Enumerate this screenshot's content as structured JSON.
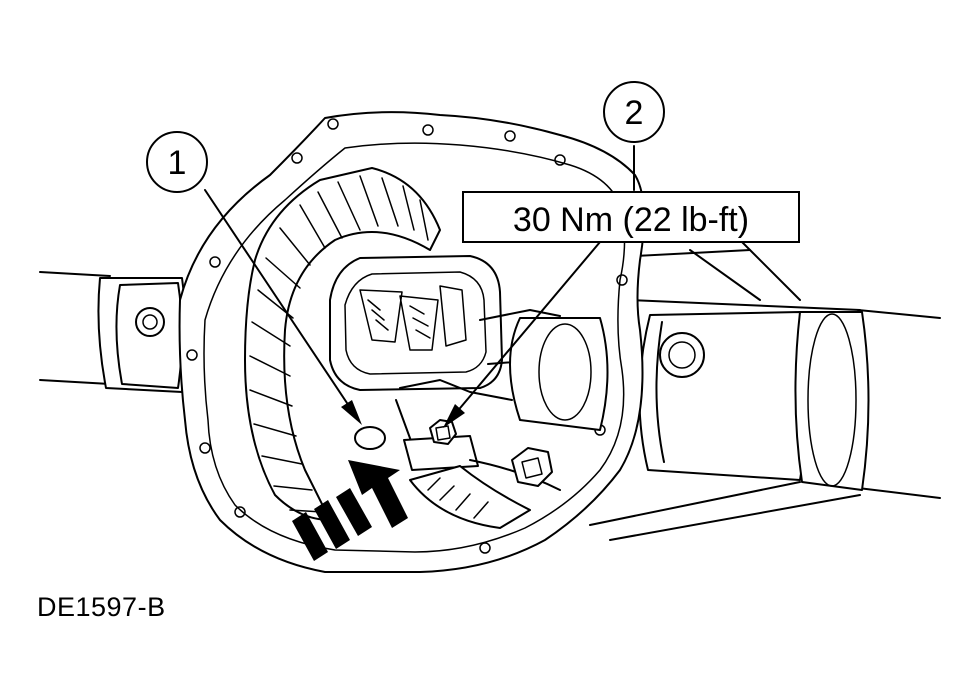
{
  "figure": {
    "callouts": [
      {
        "number": "1"
      },
      {
        "number": "2"
      }
    ],
    "torque_spec": "30 Nm (22 lb-ft)",
    "figure_id": "DE1597-B"
  },
  "colors": {
    "line": "#000000",
    "background": "#ffffff"
  }
}
